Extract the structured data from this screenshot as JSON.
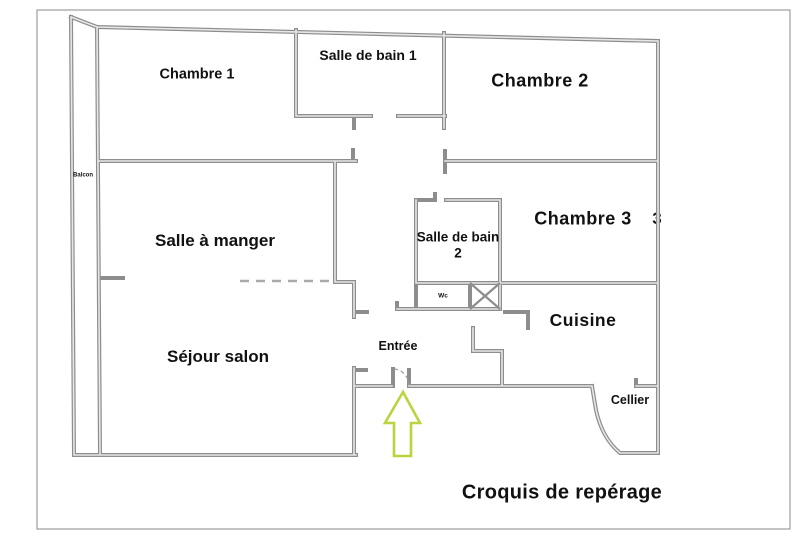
{
  "plan": {
    "caption": "Croquis de repérage",
    "rooms": [
      {
        "id": "chambre1",
        "label": "Chambre 1"
      },
      {
        "id": "salle_de_bain_1",
        "label": "Salle de bain 1"
      },
      {
        "id": "chambre2",
        "label": "Chambre 2"
      },
      {
        "id": "chambre3",
        "label": "Chambre 3"
      },
      {
        "id": "salle_a_manger",
        "label": "Salle à manger"
      },
      {
        "id": "salle_de_bain_2",
        "label": "Salle de bain",
        "label_line2": "2"
      },
      {
        "id": "wc",
        "label": "Wc"
      },
      {
        "id": "cuisine",
        "label": "Cuisine"
      },
      {
        "id": "sejour_salon",
        "label": "Séjour salon"
      },
      {
        "id": "entree",
        "label": "Entrée"
      },
      {
        "id": "cellier",
        "label": "Cellier"
      },
      {
        "id": "balcon",
        "label": "Balcon"
      }
    ],
    "clipped_character": "3",
    "icons": {
      "entrance_arrow": "up-arrow-outline",
      "duct_shaft": "crossed-box",
      "door_swing": "dashed-quarter-arc"
    },
    "colors": {
      "wall": "#8d8d8d",
      "wall_fill": "#e7e7e7",
      "frame": "#9c9c9c",
      "arrow": "#b9d43f",
      "text": "#111111"
    }
  }
}
